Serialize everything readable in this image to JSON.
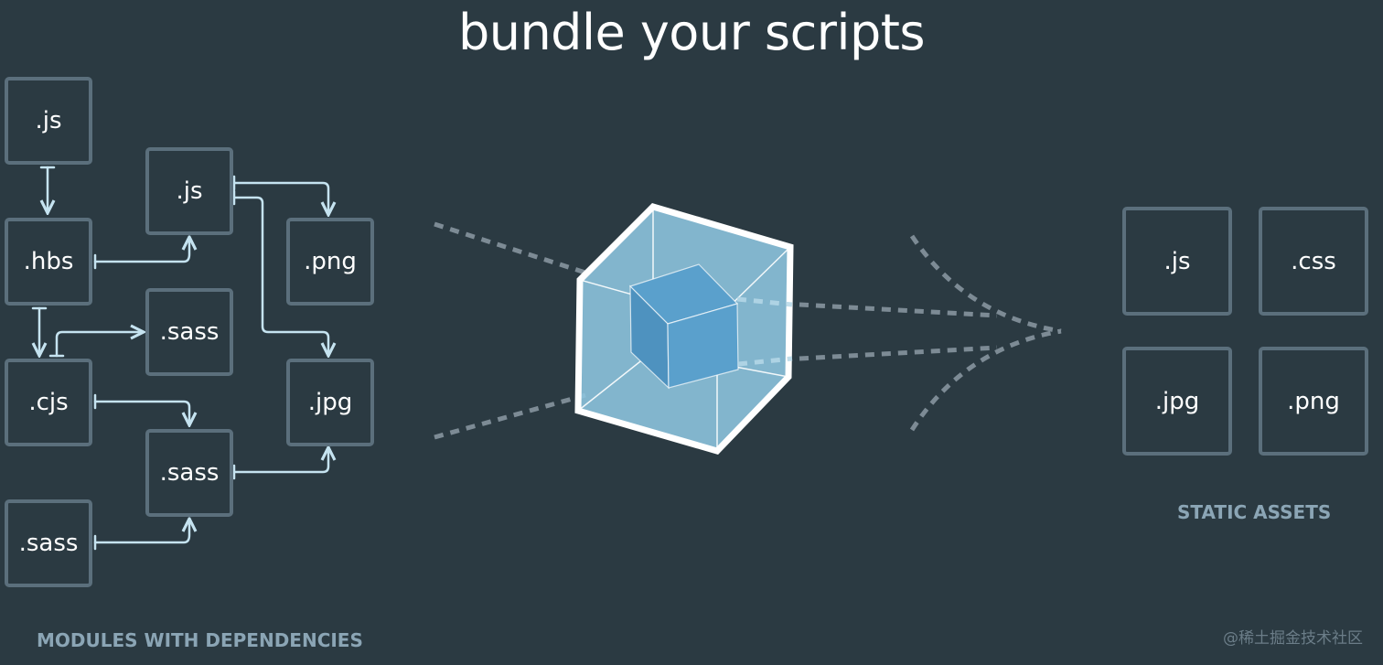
{
  "title": "bundle your scripts",
  "modules": {
    "label": "MODULES WITH DEPENDENCIES",
    "boxes": [
      ".js",
      ".hbs",
      ".cjs",
      ".sass",
      ".js",
      ".sass",
      ".sass",
      ".png",
      ".jpg"
    ]
  },
  "assets": {
    "label": "STATIC ASSETS",
    "boxes": [
      ".js",
      ".css",
      ".jpg",
      ".png"
    ]
  },
  "watermark": "@稀土掘金技术社区",
  "colors": {
    "background": "#2b3a42",
    "box_border": "#5b6f7c",
    "arrow": "#c5e3f0",
    "cube_outer": "#8ec6e0",
    "cube_inner": "#5aa0cc",
    "label": "#8ba5b5"
  }
}
